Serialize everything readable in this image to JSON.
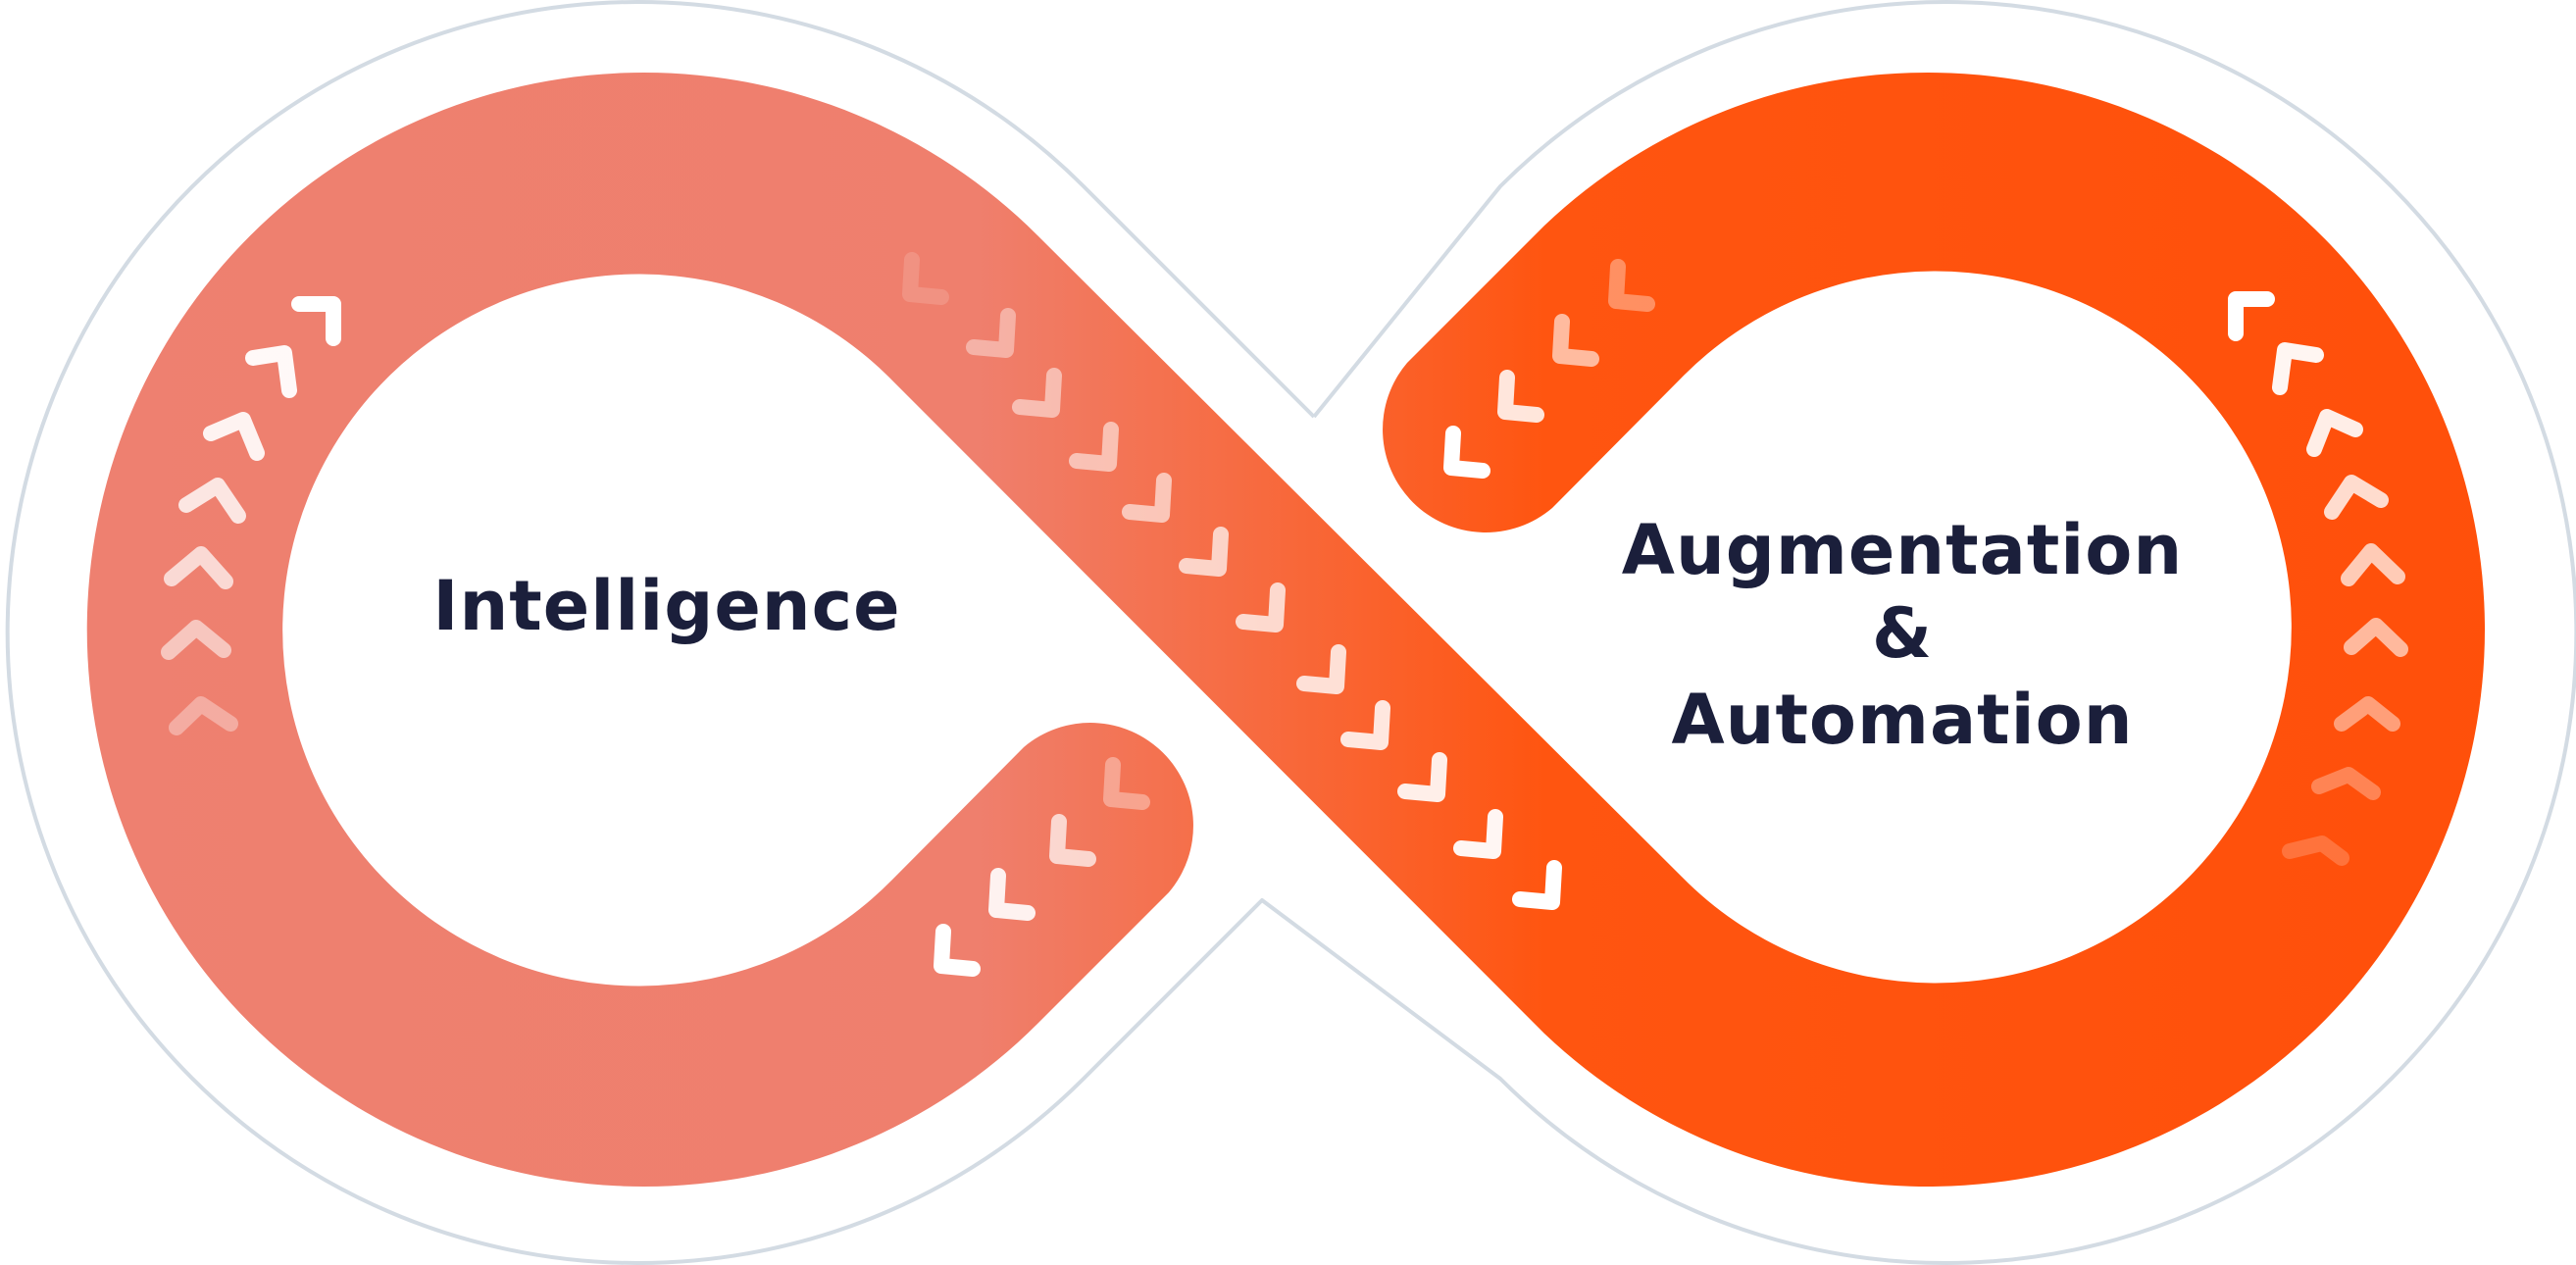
{
  "diagram": {
    "left_label": "Intelligence",
    "right_label_line1": "Augmentation",
    "right_label_line2": "&",
    "right_label_line3": "Automation"
  },
  "colors": {
    "left_band": "#ee8070",
    "right_band": "#ff4f0a",
    "outline": "#d3dbe3",
    "text": "#1b1f3b",
    "chevron": "#ffffff"
  }
}
